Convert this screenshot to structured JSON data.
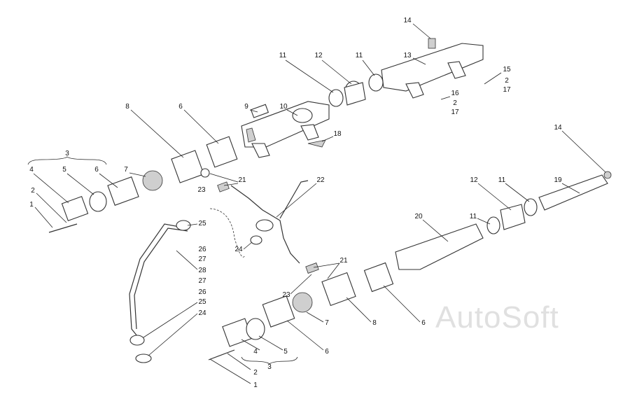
{
  "diagram": {
    "watermark": "AutoSoft",
    "callouts": {
      "c14a": "14",
      "c11a": "11",
      "c12a": "12",
      "c11b": "11",
      "c13": "13",
      "c15": "15",
      "c2a": "2",
      "c17a": "17",
      "c16": "16",
      "c2b": "2",
      "c17b": "17",
      "c9": "9",
      "c10": "10",
      "c8a": "8",
      "c6a": "6",
      "c18": "18",
      "c3a": "3",
      "c4a": "4",
      "c5a": "5",
      "c6b": "6",
      "c7a": "7",
      "c21a": "21",
      "c23a": "23",
      "c22": "22",
      "c14b": "14",
      "c19": "19",
      "c12b": "12",
      "c11c": "11",
      "c2c": "2",
      "c1a": "1",
      "c20": "20",
      "c11d": "11",
      "c25a": "25",
      "c26a": "26",
      "c27a": "27",
      "c28": "28",
      "c24a": "24",
      "c21b": "21",
      "c23b": "23",
      "c27b": "27",
      "c26b": "26",
      "c25b": "25",
      "c24b": "24",
      "c7b": "7",
      "c8b": "8",
      "c6c": "6",
      "c6d": "6",
      "c4b": "4",
      "c5b": "5",
      "c3b": "3",
      "c2d": "2",
      "c1b": "1"
    }
  }
}
